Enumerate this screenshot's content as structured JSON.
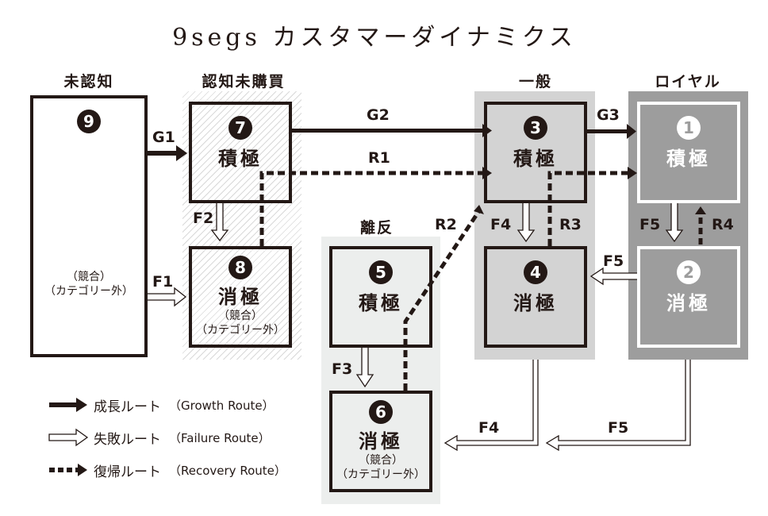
{
  "title": "9segs カスタマーダイナミクス",
  "columns": {
    "unaware": "未認知",
    "aware_not_purchased": "認知未購買",
    "lapsed": "離反",
    "general": "一般",
    "loyal": "ロイヤル"
  },
  "segments": {
    "s1": {
      "number": "1",
      "name": "積極"
    },
    "s2": {
      "number": "2",
      "name": "消極"
    },
    "s3": {
      "number": "3",
      "name": "積極"
    },
    "s4": {
      "number": "4",
      "name": "消極"
    },
    "s5": {
      "number": "5",
      "name": "積極"
    },
    "s6": {
      "number": "6",
      "name": "消極",
      "note1": "（競合）",
      "note2": "（カテゴリー外）"
    },
    "s7": {
      "number": "7",
      "name": "積極"
    },
    "s8": {
      "number": "8",
      "name": "消極",
      "note1": "（競合）",
      "note2": "（カテゴリー外）"
    },
    "s9": {
      "number": "9",
      "note1": "（競合）",
      "note2": "（カテゴリー外）"
    }
  },
  "routes": {
    "G1": "G1",
    "G2": "G2",
    "G3": "G3",
    "F1": "F1",
    "F2": "F2",
    "F3": "F3",
    "F4a": "F4",
    "F4b": "F4",
    "F5a": "F5",
    "F5b": "F5",
    "F5c": "F5",
    "R1": "R1",
    "R2": "R2",
    "R3": "R3",
    "R4": "R4"
  },
  "legend": [
    {
      "type": "growth",
      "ja": "成長ルート",
      "en": "（Growth Route）"
    },
    {
      "type": "failure",
      "ja": "失敗ルート",
      "en": "（Failure Route）"
    },
    {
      "type": "recovery",
      "ja": "復帰ルート",
      "en": "（Recovery Route）"
    }
  ],
  "colors": {
    "ink": "#231815",
    "loyal_zone": "#9d9d9d",
    "general_zone": "#d3d3d3",
    "lapsed_zone": "#eceeed"
  }
}
